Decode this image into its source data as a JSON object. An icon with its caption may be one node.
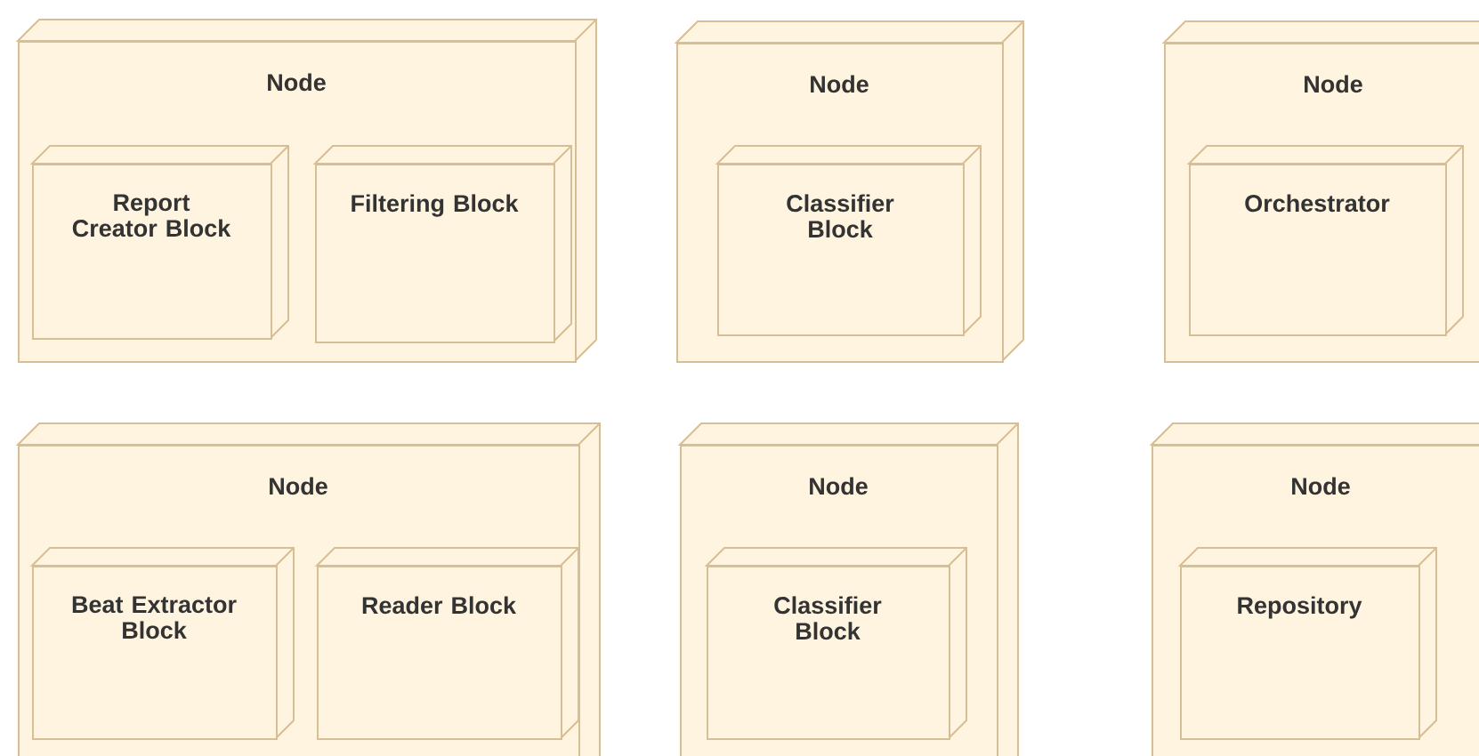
{
  "diagram": {
    "nodes": [
      {
        "text": [
          "Node"
        ]
      },
      {
        "text": [
          "Report Creator Block"
        ],
        "in": 0
      },
      {
        "text": [
          "Filtering Block"
        ],
        "in": 0
      },
      {
        "text": [
          "Node"
        ]
      },
      {
        "text": [
          "Classifier Block"
        ],
        "in": 3
      },
      {
        "text": [
          "Node"
        ]
      },
      {
        "text": [
          "Orchestrator"
        ],
        "in": 5
      },
      {
        "text": [
          "Node"
        ]
      },
      {
        "text": [
          "Beat Extractor Block"
        ],
        "in": 7
      },
      {
        "text": [
          "Reader Block"
        ],
        "in": 7
      },
      {
        "text": [
          "Node"
        ]
      },
      {
        "text": [
          "Classifier Block"
        ],
        "in": 10
      },
      {
        "text": [
          "Node"
        ]
      },
      {
        "text": [
          "Repository"
        ],
        "in": 12
      }
    ]
  }
}
